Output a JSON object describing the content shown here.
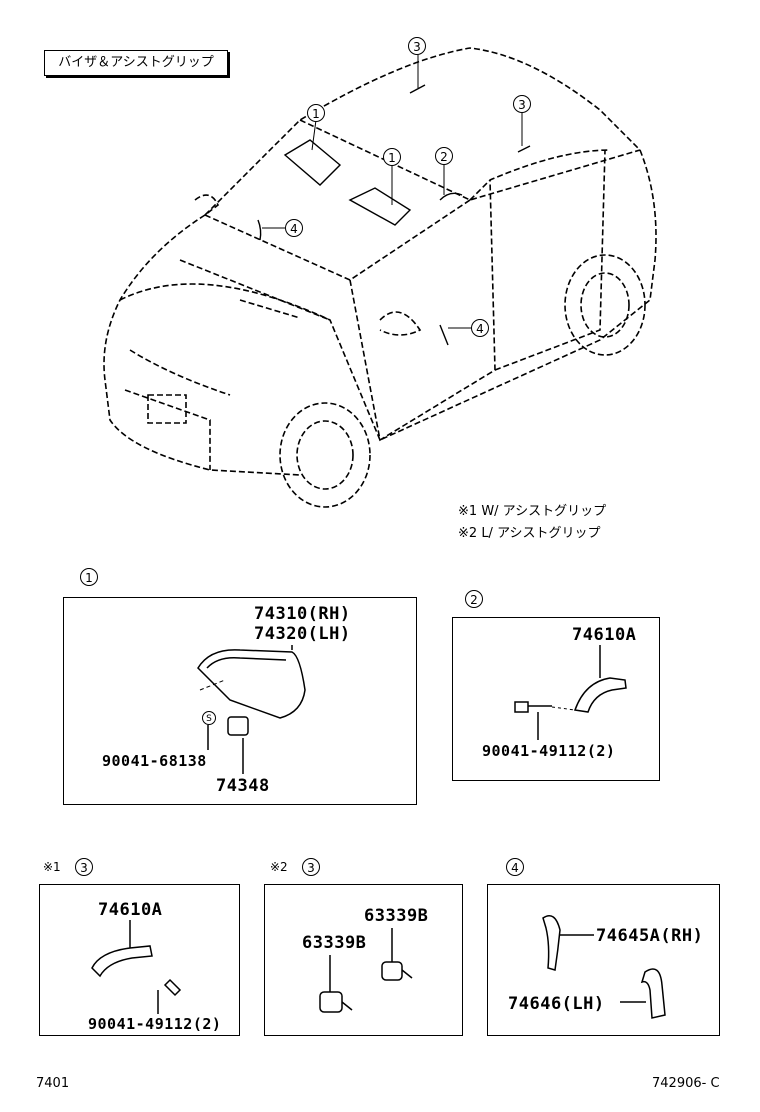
{
  "header": {
    "title": "バイザ＆アシストグリップ"
  },
  "notes": [
    {
      "mark": "※1",
      "text": "W/ アシストグリップ"
    },
    {
      "mark": "※2",
      "text": "L/ アシストグリップ"
    }
  ],
  "callouts": {
    "car": [
      "3",
      "1",
      "3",
      "1",
      "2",
      "4",
      "4"
    ]
  },
  "panels": {
    "p1": {
      "number": "1",
      "parts": [
        "74310(RH)",
        "74320(LH)",
        "90041-68138",
        "74348"
      ],
      "screw_mark": "S"
    },
    "p2": {
      "number": "2",
      "parts": [
        "74610A",
        "90041-49112(2)"
      ]
    },
    "p3a": {
      "mark": "※1",
      "number": "3",
      "parts": [
        "74610A",
        "90041-49112(2)"
      ]
    },
    "p3b": {
      "mark": "※2",
      "number": "3",
      "parts": [
        "63339B",
        "63339B"
      ]
    },
    "p4": {
      "number": "4",
      "parts": [
        "74645A(RH)",
        "74646(LH)"
      ]
    }
  },
  "footer": {
    "left": "7401",
    "right": "742906- C"
  }
}
